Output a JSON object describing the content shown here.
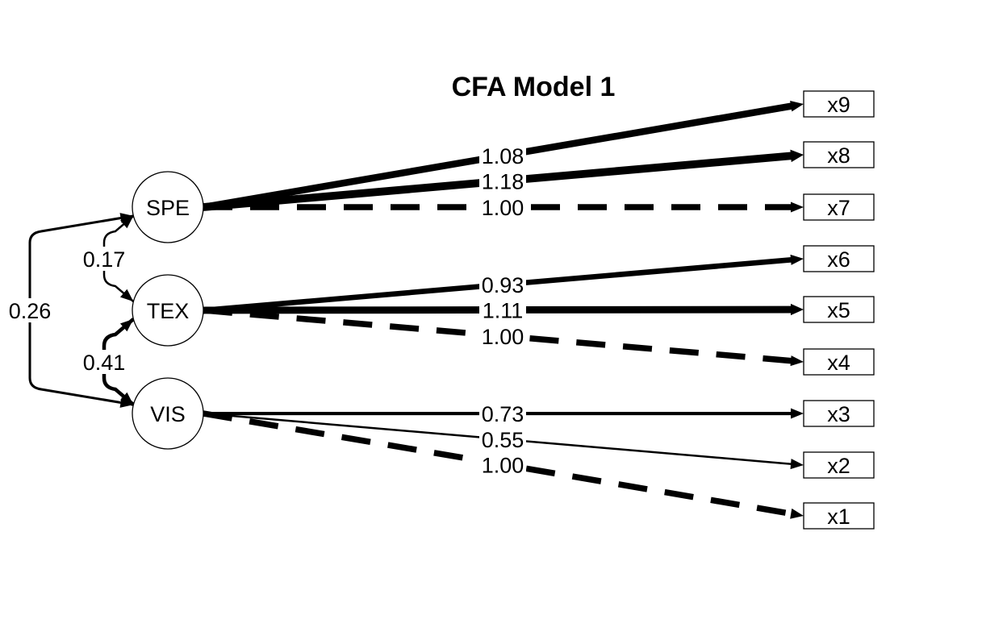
{
  "diagram": {
    "title": "CFA Model 1",
    "latents": [
      {
        "id": "SPE",
        "label": "SPE"
      },
      {
        "id": "TEX",
        "label": "TEX"
      },
      {
        "id": "VIS",
        "label": "VIS"
      }
    ],
    "indicators": [
      {
        "id": "x9",
        "label": "x9"
      },
      {
        "id": "x8",
        "label": "x8"
      },
      {
        "id": "x7",
        "label": "x7"
      },
      {
        "id": "x6",
        "label": "x6"
      },
      {
        "id": "x5",
        "label": "x5"
      },
      {
        "id": "x4",
        "label": "x4"
      },
      {
        "id": "x3",
        "label": "x3"
      },
      {
        "id": "x2",
        "label": "x2"
      },
      {
        "id": "x1",
        "label": "x1"
      }
    ],
    "loadings": [
      {
        "from": "SPE",
        "to": "x9",
        "value": "1.08",
        "fixed": false
      },
      {
        "from": "SPE",
        "to": "x8",
        "value": "1.18",
        "fixed": false
      },
      {
        "from": "SPE",
        "to": "x7",
        "value": "1.00",
        "fixed": true
      },
      {
        "from": "TEX",
        "to": "x6",
        "value": "0.93",
        "fixed": false
      },
      {
        "from": "TEX",
        "to": "x5",
        "value": "1.11",
        "fixed": false
      },
      {
        "from": "TEX",
        "to": "x4",
        "value": "1.00",
        "fixed": true
      },
      {
        "from": "VIS",
        "to": "x3",
        "value": "0.73",
        "fixed": false
      },
      {
        "from": "VIS",
        "to": "x2",
        "value": "0.55",
        "fixed": false
      },
      {
        "from": "VIS",
        "to": "x1",
        "value": "1.00",
        "fixed": true
      }
    ],
    "covariances": [
      {
        "a": "SPE",
        "b": "TEX",
        "value": "0.17"
      },
      {
        "a": "TEX",
        "b": "VIS",
        "value": "0.41"
      },
      {
        "a": "SPE",
        "b": "VIS",
        "value": "0.26"
      }
    ]
  }
}
